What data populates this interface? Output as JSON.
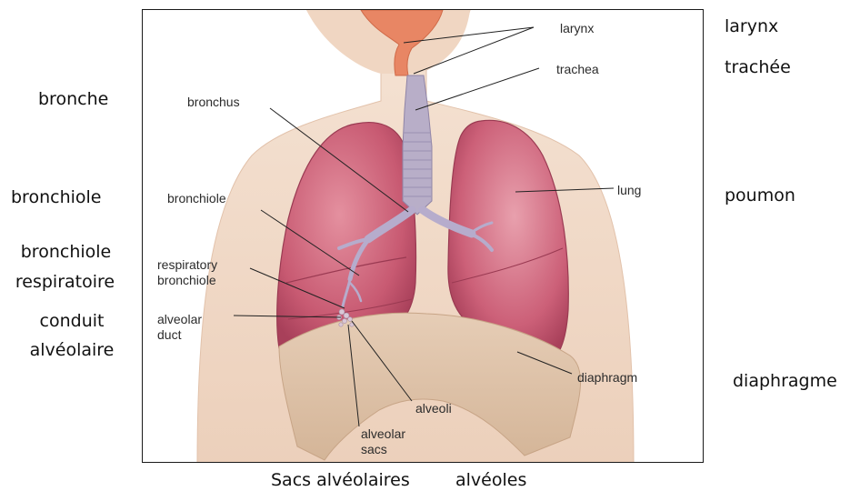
{
  "labels_en": {
    "larynx": "larynx",
    "trachea": "trachea",
    "bronchus": "bronchus",
    "bronchiole": "bronchiole",
    "respiratory_bronchiole_1": "respiratory",
    "respiratory_bronchiole_2": "bronchiole",
    "alveolar_duct_1": "alveolar",
    "alveolar_duct_2": "duct",
    "lung": "lung",
    "diaphragm": "diaphragm",
    "alveoli": "alveoli",
    "alveolar_sacs_1": "alveolar",
    "alveolar_sacs_2": "sacs"
  },
  "labels_fr": {
    "larynx": "larynx",
    "trachee": "trachée",
    "bronche": "bronche",
    "bronchiole": "bronchiole",
    "bronchiole_respiratoire_1": "bronchiole",
    "bronchiole_respiratoire_2": "respiratoire",
    "conduit_alveolaire_1": "conduit",
    "conduit_alveolaire_2": "alvéolaire",
    "poumon": "poumon",
    "diaphragme": "diaphragme",
    "sacs_alveolaires": "Sacs alvéolaires",
    "alveoles": "alvéoles"
  },
  "colors": {
    "lung": "#c85a72",
    "skin": "#f2d9c6",
    "diaphragm": "#dcc0a6",
    "trachea": "#b8aec8",
    "larynx": "#e88664"
  }
}
